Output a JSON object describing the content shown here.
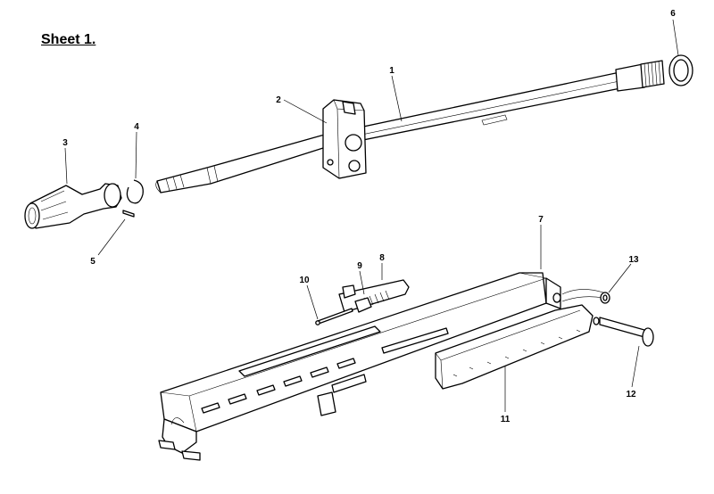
{
  "sheet": {
    "title": "Sheet 1."
  },
  "callouts": [
    {
      "id": "1",
      "label": "1"
    },
    {
      "id": "2",
      "label": "2"
    },
    {
      "id": "3",
      "label": "3"
    },
    {
      "id": "4",
      "label": "4"
    },
    {
      "id": "5",
      "label": "5"
    },
    {
      "id": "6",
      "label": "6"
    },
    {
      "id": "7",
      "label": "7"
    },
    {
      "id": "8",
      "label": "8"
    },
    {
      "id": "9",
      "label": "9"
    },
    {
      "id": "10",
      "label": "10"
    },
    {
      "id": "11",
      "label": "11"
    },
    {
      "id": "12",
      "label": "12"
    },
    {
      "id": "13",
      "label": "13"
    }
  ]
}
